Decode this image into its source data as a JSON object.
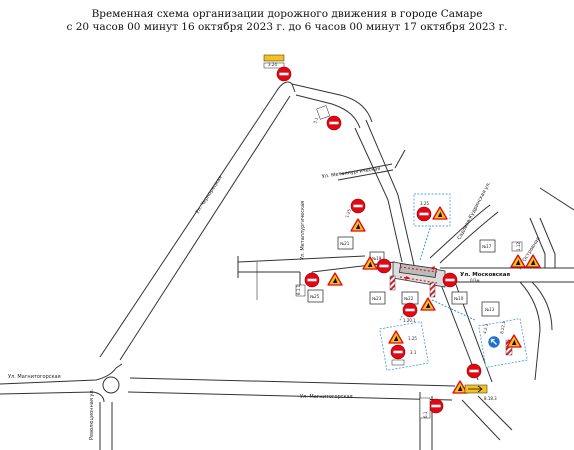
{
  "title": {
    "line1": "Временная схема организации дорожного движения в городе Самаре",
    "line2": "с 20 часов 00 минут 16 октября 2023 г. до 6 часов 00 минут 17 октября 2023 г."
  },
  "streets": {
    "chernorechenskaya": "Ул. Чернорецкая",
    "metallurgicheskaya": "Ул. Металлургическая",
    "magnitogorskaya_left": "Ул. Магнитогорская",
    "magnitogorskaya_bottom": "Ул. Магнитогорская",
    "moskovskaya": "Ул. Московская",
    "ostrovnaya": "Ул. Островная",
    "revolyutsionnaya": "Революционная ул.",
    "garden_right": "Садовая-Кудринская ул."
  },
  "buildings": [
    "№21",
    "№19",
    "№25",
    "№23",
    "№22",
    "№10",
    "№13",
    "№17"
  ],
  "distances": {
    "work_zone": "0/3м"
  },
  "sign_codes": {
    "s31": "3.1",
    "s325": "3.25",
    "s125": "1.25",
    "s327": "3.27",
    "s8_1_1": "8.1.1",
    "s4_2_1": "4.2.1",
    "s8_22_1": "8.22.1",
    "s8_18_3": "8.18.3",
    "s6_1": "6.1",
    "s1_20_1": "1.20.1",
    "s3_24": "3.24",
    "s1_12": "1.12"
  },
  "icons": [
    "no-entry-sign",
    "road-works-sign",
    "keep-left-sign",
    "barrier-board",
    "info-plate",
    "detour-arrow"
  ],
  "colors": {
    "road_fill": "#ffffff",
    "road_edge": "#333333",
    "sign_red": "#e30613",
    "sign_yellow": "#f4c21b",
    "info_blue": "#1f8fd6",
    "barrier_red": "#d81e2a"
  }
}
